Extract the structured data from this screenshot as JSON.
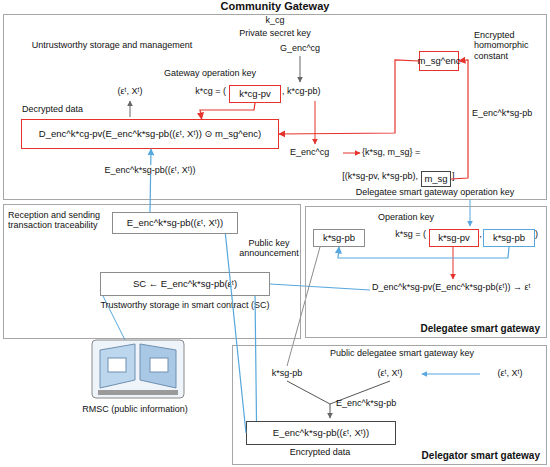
{
  "diagram": {
    "nodes": [
      {
        "text": [
          "Community Gateway"
        ]
      },
      {
        "text": [
          "m_sg^enc"
        ],
        "in": 0
      },
      {
        "text": [
          "k*cg-pv"
        ],
        "in": 0
      },
      {
        "text": [
          "D_enc^k*cg-pv(E_enc^k*sg-pb((εᵗ, Xᵗ)) ⊙ m_sg^enc)"
        ],
        "in": 0
      },
      {
        "text": [
          "m_sg"
        ],
        "in": 0
      },
      {
        "text": [
          "E_enc^k*sg-pb((εᵗ, Xᵗ))"
        ]
      },
      {
        "text": [
          "SC ← E_enc^k*sg-pb(εᵗ)"
        ]
      },
      {
        "text": [
          "Delegatee smart gateway"
        ]
      },
      {
        "text": [
          "k*sg-pb"
        ],
        "in": 7
      },
      {
        "text": [
          "k*sg-pv"
        ],
        "in": 7
      },
      {
        "text": [
          "k*sg-pb"
        ],
        "in": 7
      },
      {
        "text": [
          "Delegator smart gateway"
        ]
      },
      {
        "text": [
          "E_enc^k*sg-pb((εᵗ, Xᵗ))"
        ],
        "in": 11
      }
    ],
    "edges": [
      {
        "from": 2,
        "to": 3,
        "arrow": "to"
      },
      {
        "from": 1,
        "to": 3,
        "arrow": "to"
      },
      {
        "from": 4,
        "to": 1,
        "arrow": "to",
        "label": "E_enc^k*sg-pb"
      },
      {
        "from": 5,
        "to": 3,
        "arrow": "to",
        "label": "E_enc^k*sg-pb((εᵗ, Xᵗ))"
      },
      {
        "from": 10,
        "to": 8,
        "arrow": "to"
      },
      {
        "from": 12,
        "to": 5,
        "arrow": "none"
      },
      {
        "from": 12,
        "to": 6,
        "arrow": "none"
      }
    ],
    "labels": [
      "k_cg",
      "Private secret key",
      "G_enc^cg",
      "Gateway operation key",
      "k*cg = (",
      ", k*cg-pb)",
      "Untrustworthy storage and management",
      "(εᵗ, Xᵗ)",
      "Decrypted data",
      "Encrypted homomorphic constant",
      "E_enc^cg",
      "{k*sg, m_sg} =",
      "[(k*sg-pv, k*sg-pb),",
      "]",
      "Delegatee smart gateway operation key",
      "Public key announcement",
      "Operation key",
      "k*sg = (",
      ",",
      ")",
      "D_enc^k*sg-pv(E_enc^k*sg-pb(εᵗ)) → εᵗ",
      "Reception and sending transaction traceability",
      "Trustworthy storage in smart contract (SC)",
      "RMSC (public information)",
      "Public delegatee smart gateway key",
      "k*sg-pb",
      "(εᵗ, Xᵗ)",
      "(εᵗ, Xᵗ)",
      "E_enc^k*sg-pb",
      "Encrypted data"
    ]
  }
}
